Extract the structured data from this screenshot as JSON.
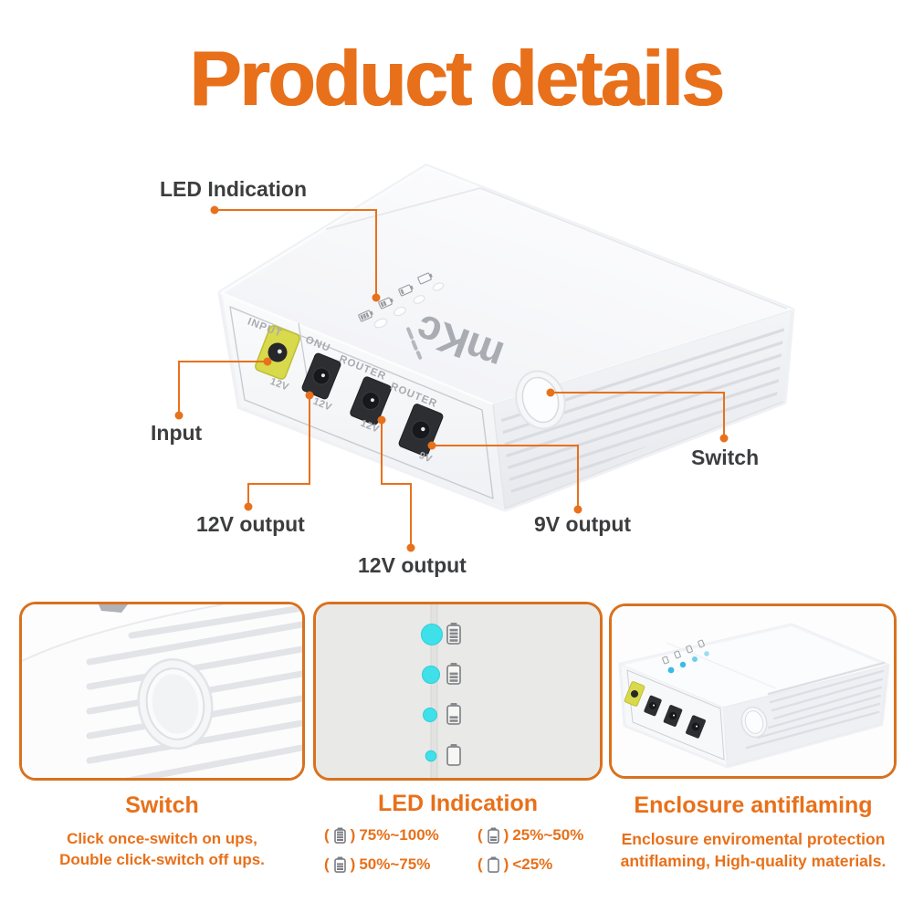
{
  "page": {
    "title": "Product details"
  },
  "colors": {
    "accent_orange": "#E8701A",
    "panel_border_orange": "#D9711E",
    "label_gray": "#3C3D3F",
    "led_cyan": "#3EE1E9",
    "mini_led_blue": "#38BBE6",
    "port_yellow": "#D8D94B",
    "port_black": "#2D2E32",
    "logo_gray": "#A9ACB2"
  },
  "device": {
    "brand": "mKc",
    "top_leds": [
      "battery-full-icon",
      "battery-three-quarters-icon",
      "battery-half-icon",
      "battery-empty-icon"
    ],
    "ports": [
      {
        "label": "INPUT",
        "voltage": "12V",
        "type": "dc-jack-yellow"
      },
      {
        "label": "ONU",
        "voltage": "12V",
        "type": "dc-jack-black"
      },
      {
        "label": "ROUTER",
        "voltage": "12V",
        "type": "dc-jack-black"
      },
      {
        "label": "ROUTER",
        "voltage": "9V",
        "type": "dc-jack-black"
      }
    ]
  },
  "callouts": [
    {
      "id": "led-indication",
      "label": "LED Indication"
    },
    {
      "id": "input",
      "label": "Input"
    },
    {
      "id": "output-12v-onu",
      "label": "12V output"
    },
    {
      "id": "output-12v-router",
      "label": "12V output"
    },
    {
      "id": "output-9v",
      "label": "9V output"
    },
    {
      "id": "switch",
      "label": "Switch"
    }
  ],
  "panels": [
    {
      "id": "switch",
      "title": "Switch",
      "body_lines": [
        "Click once-switch on ups,",
        "Double click-switch off ups."
      ]
    },
    {
      "id": "led-indication",
      "title": "LED Indication",
      "legend": [
        {
          "icon": "battery-full-icon",
          "open": "(",
          "close": ")",
          "label": "75%~100%"
        },
        {
          "icon": "battery-half-icon",
          "open": "(",
          "close": ")",
          "label": "25%~50%"
        },
        {
          "icon": "battery-three-quarters-icon",
          "open": "(",
          "close": ")",
          "label": "50%~75%"
        },
        {
          "icon": "battery-empty-icon",
          "open": "(",
          "close": ")",
          "label": "<25%"
        }
      ]
    },
    {
      "id": "enclosure",
      "title": "Enclosure antiflaming",
      "body_lines": [
        "Enclosure enviromental protection",
        "antiflaming, High-quality materials."
      ]
    }
  ]
}
